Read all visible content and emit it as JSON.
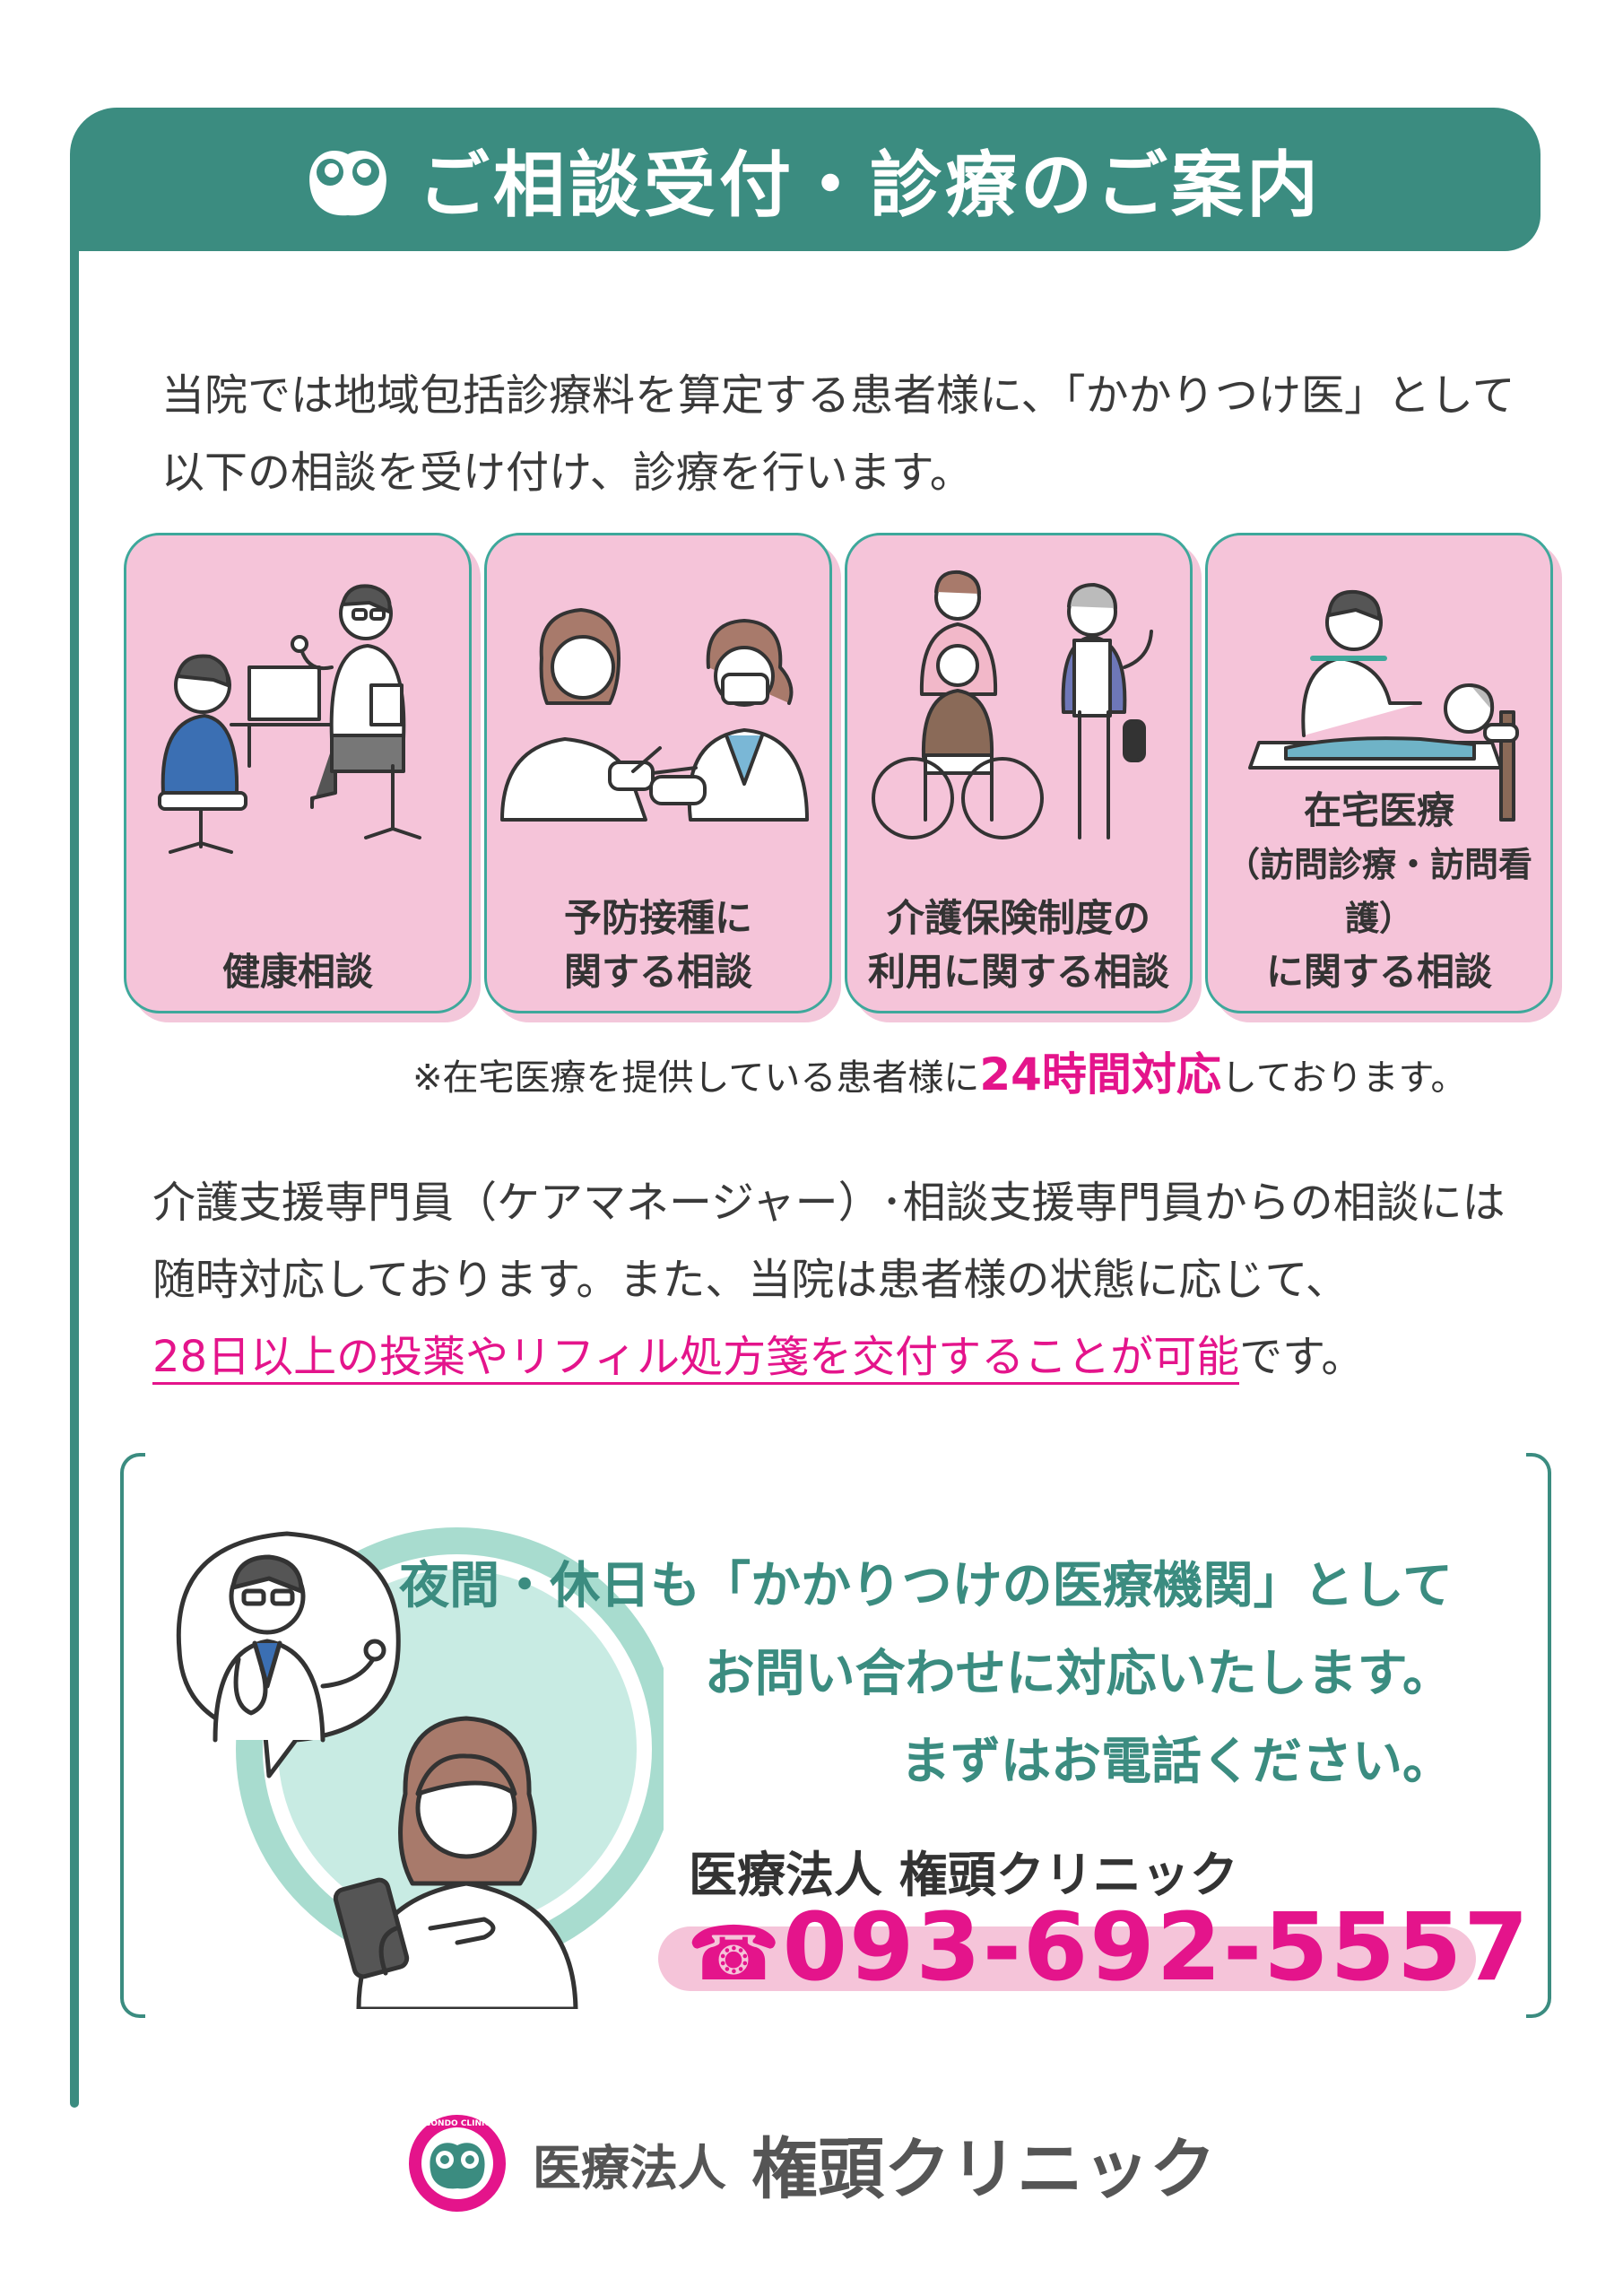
{
  "header": {
    "title": "ご相談受付・診療のご案内",
    "logo_icon": "frog-face-icon"
  },
  "intro": {
    "line1": "当院では地域包括診療料を算定する患者様に、「かかりつけ医」として",
    "line2": "以下の相談を受け付け、診療を行います。"
  },
  "cards": [
    {
      "line1": "",
      "line2": "健康相談",
      "icon": "health-consultation-illustration"
    },
    {
      "line1": "予防接種に",
      "line2": "関する相談",
      "icon": "vaccination-illustration"
    },
    {
      "line1": "介護保険制度の",
      "line2": "利用に関する相談",
      "icon": "care-insurance-illustration"
    },
    {
      "line0": "在宅医療",
      "line1": "（訪問診療・訪問看護）",
      "line2": "に関する相談",
      "icon": "home-medical-illustration"
    }
  ],
  "note": {
    "before": "※在宅医療を提供している患者様に",
    "emphasis": "24時間対応",
    "after": "しております。"
  },
  "paragraph": {
    "line1": "介護支援専門員（ケアマネージャー）･相談支援専門員からの相談には",
    "line2": "随時対応しております。また、当院は患者様の状態に応じて、",
    "highlight": "28日以上の投薬やリフィル処方箋を交付することが可能",
    "after": "です。"
  },
  "contact": {
    "line1": "夜間・休日も「かかりつけの医療機関」として",
    "line2": "お問い合わせに対応いたします。",
    "line3": "まずはお電話ください。",
    "clinic": "医療法人 権頭クリニック",
    "tel_mark": "☎",
    "phone": "093-692-5557"
  },
  "footer": {
    "logo_ring_text": "GONDO CLINIC",
    "corp": "医療法人",
    "name": "権頭クリニック"
  },
  "colors": {
    "teal": "#3b8c80",
    "pink": "#e4148b",
    "card_pink": "#f5c4d9",
    "mint": "#a8dccf"
  }
}
